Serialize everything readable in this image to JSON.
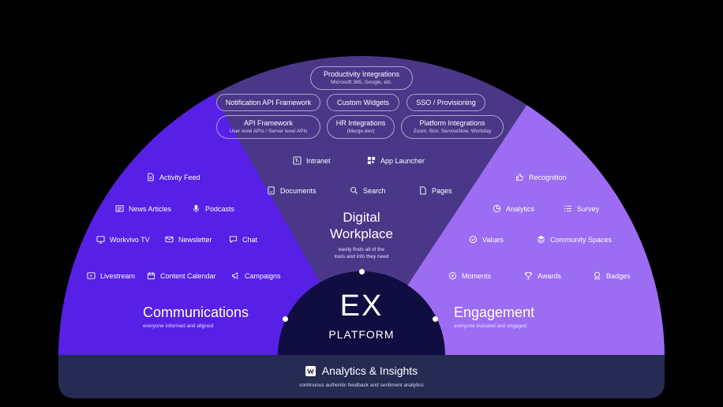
{
  "top_integrations": [
    {
      "title": "Productivity Integrations",
      "sub": "Microsoft 365, Google, etc."
    },
    {
      "title": "Notification API Framework",
      "sub": ""
    },
    {
      "title": "Custom Widgets",
      "sub": ""
    },
    {
      "title": "SSO / Provisioning",
      "sub": ""
    },
    {
      "title": "API Framework",
      "sub": "User level APIs / Server level APIs"
    },
    {
      "title": "HR Integrations",
      "sub": "(Merge.dev)"
    },
    {
      "title": "Platform Integrations",
      "sub": "Zoom, Box, ServiceNow, Workday"
    }
  ],
  "digital_workplace": {
    "title_line1": "Digital",
    "title_line2": "Workplace",
    "sub_line1": "easily finds all of the",
    "sub_line2": "tools and info they need",
    "items": [
      {
        "label": "Intranet",
        "icon": "intranet-icon"
      },
      {
        "label": "App Launcher",
        "icon": "app-launcher-icon"
      },
      {
        "label": "Documents",
        "icon": "documents-icon"
      },
      {
        "label": "Search",
        "icon": "search-icon"
      },
      {
        "label": "Pages",
        "icon": "pages-icon"
      }
    ]
  },
  "communications": {
    "title": "Communications",
    "sub": "everyone informed and aligned",
    "items": [
      {
        "label": "Activity Feed",
        "icon": "activity-feed-icon"
      },
      {
        "label": "News Articles",
        "icon": "news-icon"
      },
      {
        "label": "Podcasts",
        "icon": "microphone-icon"
      },
      {
        "label": "Workvivo TV",
        "icon": "tv-icon"
      },
      {
        "label": "Newsletter",
        "icon": "newsletter-icon"
      },
      {
        "label": "Chat",
        "icon": "chat-icon"
      },
      {
        "label": "Livestream",
        "icon": "livestream-icon"
      },
      {
        "label": "Content Calendar",
        "icon": "calendar-icon"
      },
      {
        "label": "Campaigns",
        "icon": "megaphone-icon"
      }
    ]
  },
  "engagement": {
    "title": "Engagement",
    "sub": "everyone included and engaged",
    "items": [
      {
        "label": "Recognition",
        "icon": "thumbs-up-icon"
      },
      {
        "label": "Analytics",
        "icon": "pie-chart-icon"
      },
      {
        "label": "Survey",
        "icon": "survey-icon"
      },
      {
        "label": "Values",
        "icon": "values-icon"
      },
      {
        "label": "Community Spaces",
        "icon": "community-icon"
      },
      {
        "label": "Moments",
        "icon": "moments-icon"
      },
      {
        "label": "Awards",
        "icon": "trophy-icon"
      },
      {
        "label": "Badges",
        "icon": "badge-icon"
      }
    ]
  },
  "center": {
    "line1": "EX",
    "line2": "PLATFORM"
  },
  "footer": {
    "title": "Analytics & Insights",
    "sub": "continuous authentic feedback and sentiment analytics",
    "icon": "analytics-icon"
  },
  "colors": {
    "communications": "#5620e6",
    "digital": "#4a3788",
    "engagement": "#9c6cf2",
    "center": "#100d40",
    "footer": "#262b53"
  }
}
